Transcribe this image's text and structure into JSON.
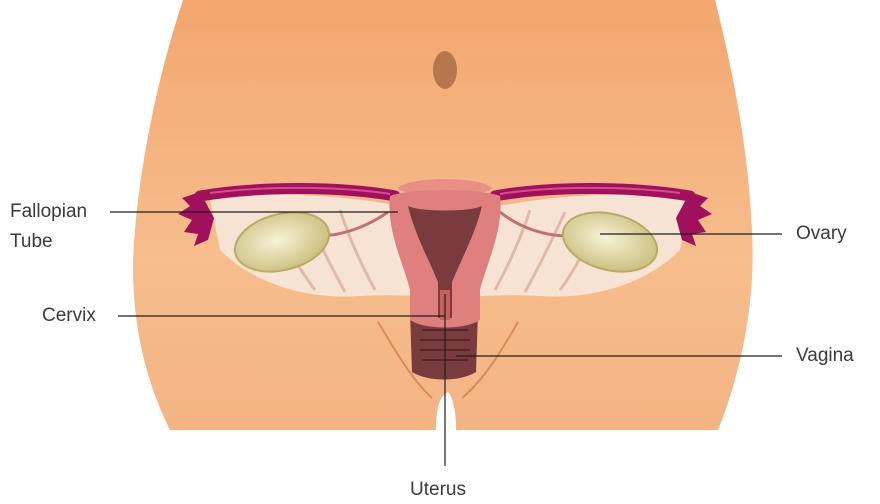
{
  "labels": {
    "fallopian_line1": "Fallopian",
    "fallopian_line2": "Tube",
    "cervix": "Cervix",
    "ovary": "Ovary",
    "vagina": "Vagina",
    "uterus": "Uterus"
  },
  "colors": {
    "skin": "#f2b07e",
    "skin_shadow": "#e2955f",
    "tube": "#a0105c",
    "uterus_outer": "#e08080",
    "uterus_inner": "#7a3b3e",
    "ovary": "#e6dfae",
    "ligament": "#f7e5d5",
    "leader_line": "#1e1e1e"
  }
}
